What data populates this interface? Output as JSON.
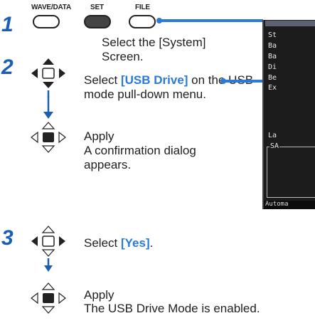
{
  "step1": {
    "number": "1",
    "buttons": [
      {
        "label": "WAVE/DATA"
      },
      {
        "label": "SET"
      },
      {
        "label": "FILE"
      }
    ],
    "text": "Select the [System] Screen."
  },
  "step2": {
    "number": "2",
    "text_before": "Select ",
    "highlight": "[USB Drive]",
    "text_after": " on the USB mode pull-down menu.",
    "apply_label": "Apply",
    "apply_desc": "A confirmation dialog appears."
  },
  "step3": {
    "number": "3",
    "text_before": "Select ",
    "highlight": "[Yes]",
    "text_after": ".",
    "apply_label": "Apply",
    "apply_desc": "The USB Drive Mode is enabled."
  },
  "screen": {
    "lines": [
      "St",
      "Ba",
      "Ba",
      "Di",
      "Be",
      "Ex",
      "La"
    ],
    "sa_label": "SA",
    "footer": "Automa"
  },
  "colors": {
    "accent": "#2a7ad6",
    "step_number": "#1a5fb4",
    "screen_bg": "#1c1c1c"
  }
}
